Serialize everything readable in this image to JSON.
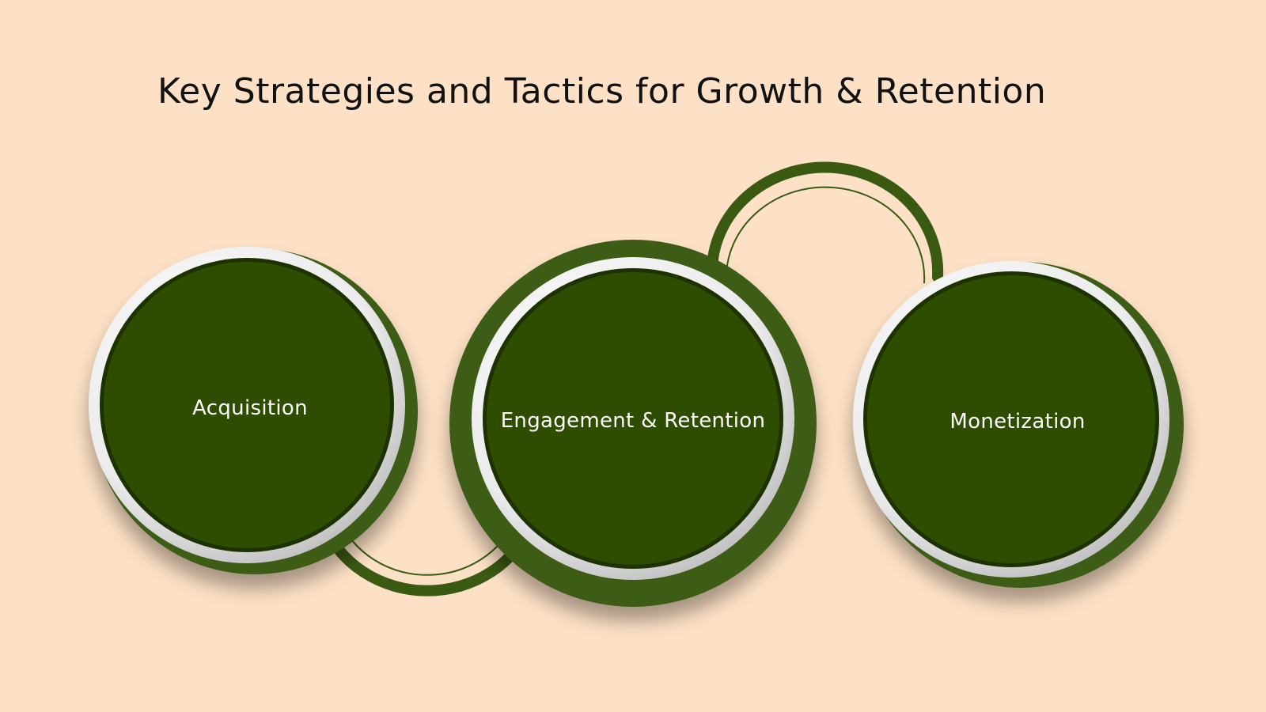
{
  "slide": {
    "title": "Key Strategies and Tactics for Growth & Retention"
  },
  "stages": [
    {
      "label": "Acquisition"
    },
    {
      "label": "Engagement & Retention"
    },
    {
      "label": "Monetization"
    }
  ],
  "colors": {
    "background": "#fde1c6",
    "circle_fill": "#2f4d00",
    "circle_ring": "#f3f3f3",
    "connector": "#3a5a12",
    "title_text": "#111111",
    "label_text": "#ffffff"
  }
}
